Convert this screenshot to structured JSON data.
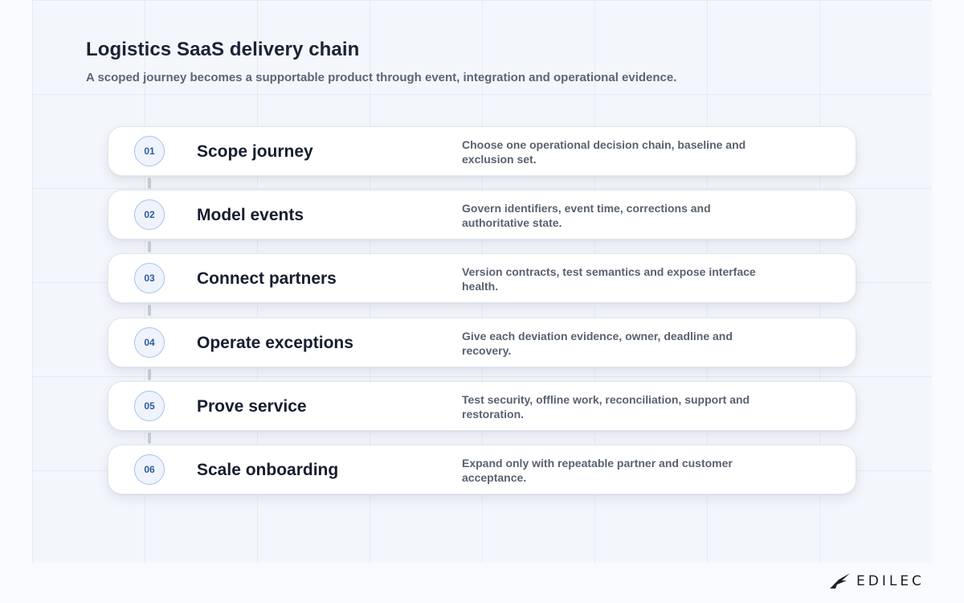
{
  "header": {
    "title": "Logistics SaaS delivery chain",
    "subtitle": "A scoped journey becomes a supportable product through event, integration and operational evidence."
  },
  "steps": [
    {
      "number": "01",
      "title": "Scope journey",
      "description": "Choose one operational decision chain, baseline and exclusion set."
    },
    {
      "number": "02",
      "title": "Model events",
      "description": "Govern identifiers, event time, corrections and authoritative state."
    },
    {
      "number": "03",
      "title": "Connect partners",
      "description": "Version contracts, test semantics and expose interface health."
    },
    {
      "number": "04",
      "title": "Operate exceptions",
      "description": "Give each deviation evidence, owner, deadline and recovery."
    },
    {
      "number": "05",
      "title": "Prove service",
      "description": "Test security, offline work, reconciliation, support and restoration."
    },
    {
      "number": "06",
      "title": "Scale onboarding",
      "description": "Expand only with repeatable partner and customer acceptance."
    }
  ],
  "brand": {
    "logo_text": "EDILEC",
    "logo_icon": "bird-wing-logo"
  },
  "colors": {
    "accent": "#2f5b9c",
    "badge_border": "#a9c2ea",
    "connector": "#c9ced8"
  }
}
